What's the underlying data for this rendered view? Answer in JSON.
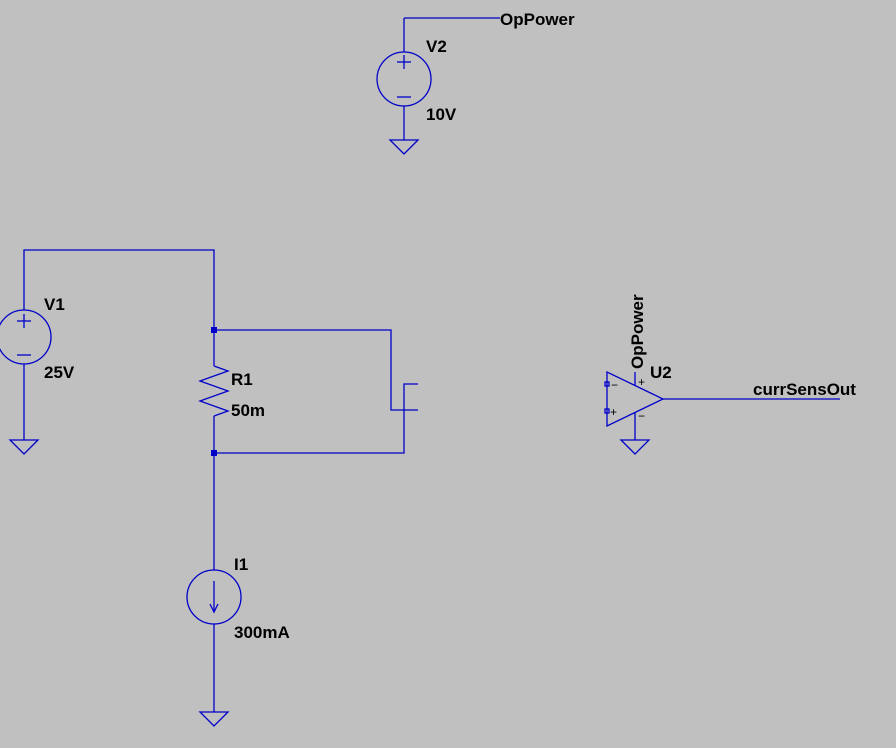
{
  "schematic": {
    "nets": {
      "op_power": "OpPower",
      "op_power_pin": "OpPower",
      "sense_out": "currSensOut"
    },
    "components": {
      "v2": {
        "ref": "V2",
        "value": "10V"
      },
      "v1": {
        "ref": "V1",
        "value": "25V"
      },
      "r1": {
        "ref": "R1",
        "value": "50m"
      },
      "i1": {
        "ref": "I1",
        "value": "300mA"
      },
      "u2": {
        "ref": "U2"
      }
    },
    "colors": {
      "background": "#c0c0c0",
      "wire": "#0000c8",
      "text": "#000000"
    }
  }
}
